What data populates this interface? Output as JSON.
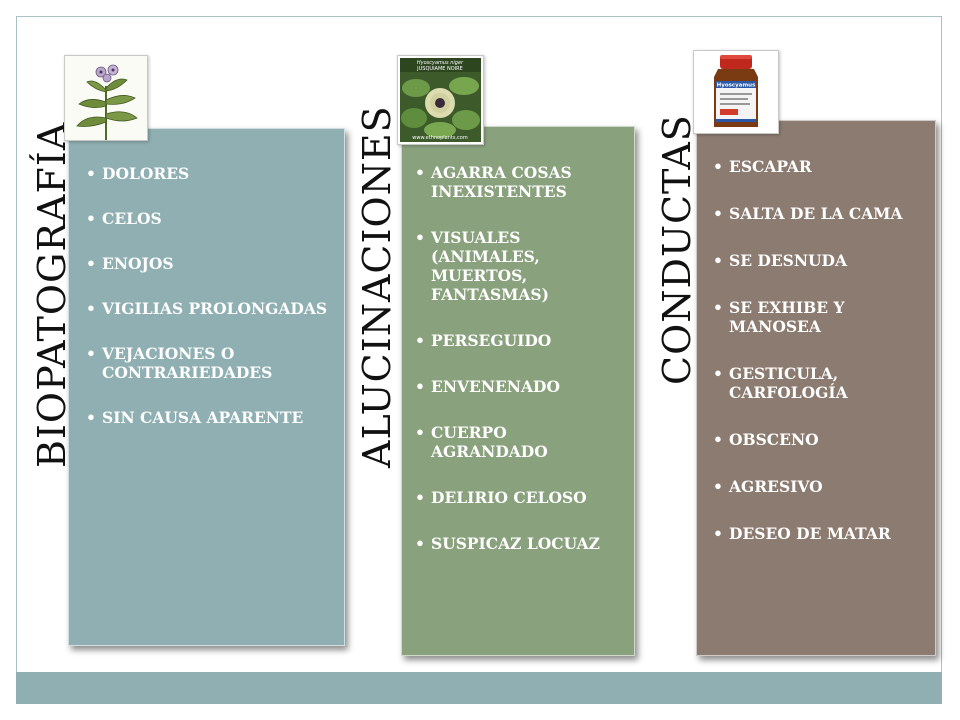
{
  "slide": {
    "columns": [
      {
        "heading": "BIOPATOGRAFÍA",
        "items": [
          "DOLORES",
          "CELOS",
          "ENOJOS",
          "VIGILIAS PROLONGADAS",
          "VEJACIONES O CONTRARIEDADES",
          "SIN CAUSA APARENTE"
        ],
        "color": "#8fafb2",
        "image": "plant-illustration"
      },
      {
        "heading": "ALUCINACIONES",
        "items": [
          "AGARRA COSAS INEXISTENTES",
          "VISUALES (ANIMALES, MUERTOS, FANTASMAS)",
          "PERSEGUIDO",
          "ENVENENADO",
          "CUERPO AGRANDADO",
          "DELIRIO CELOSO",
          "SUSPICAZ LOCUAZ"
        ],
        "color": "#8aa17e",
        "image": "plant-photo",
        "image_text": [
          "Hyoscyamus niger",
          "JUSQUIAME NOIRE",
          "www.ethnoplants.com"
        ]
      },
      {
        "heading": "CONDUCTAS",
        "items": [
          "ESCAPAR",
          "SALTA DE LA CAMA",
          "SE DESNUDA",
          "SE EXHIBE Y MANOSEA",
          "GESTICULA, CARFOLOGÍA",
          "OBSCENO",
          "AGRESIVO",
          "DESEO DE MATAR"
        ],
        "color": "#8c7b70",
        "image": "medicine-bottle",
        "image_text": [
          "Hyoscyamus"
        ]
      }
    ],
    "footer_color": "#8fafb2"
  }
}
